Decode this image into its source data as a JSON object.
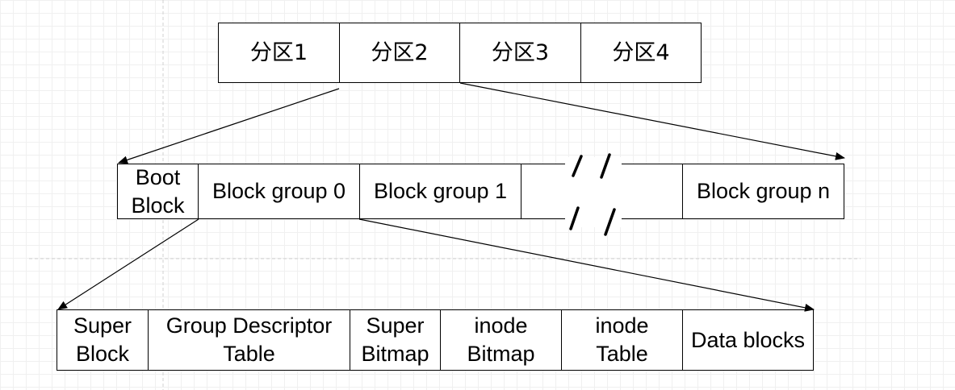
{
  "partitions": [
    {
      "label": "分区1"
    },
    {
      "label": "分区2"
    },
    {
      "label": "分区3"
    },
    {
      "label": "分区4"
    }
  ],
  "block_groups": [
    {
      "label": "Boot\nBlock"
    },
    {
      "label": "Block group 0"
    },
    {
      "label": "Block group 1"
    },
    {
      "label": ""
    },
    {
      "label": "Block group n"
    }
  ],
  "group_detail": [
    {
      "label": "Super\nBlock"
    },
    {
      "label": "Group Descriptor\nTable"
    },
    {
      "label": "Super\nBitmap"
    },
    {
      "label": "inode\nBitmap"
    },
    {
      "label": "inode\nTable"
    },
    {
      "label": "Data blocks"
    }
  ],
  "colors": {
    "stroke": "#000000",
    "background": "#ffffff",
    "grid": "#f0f0f0"
  }
}
